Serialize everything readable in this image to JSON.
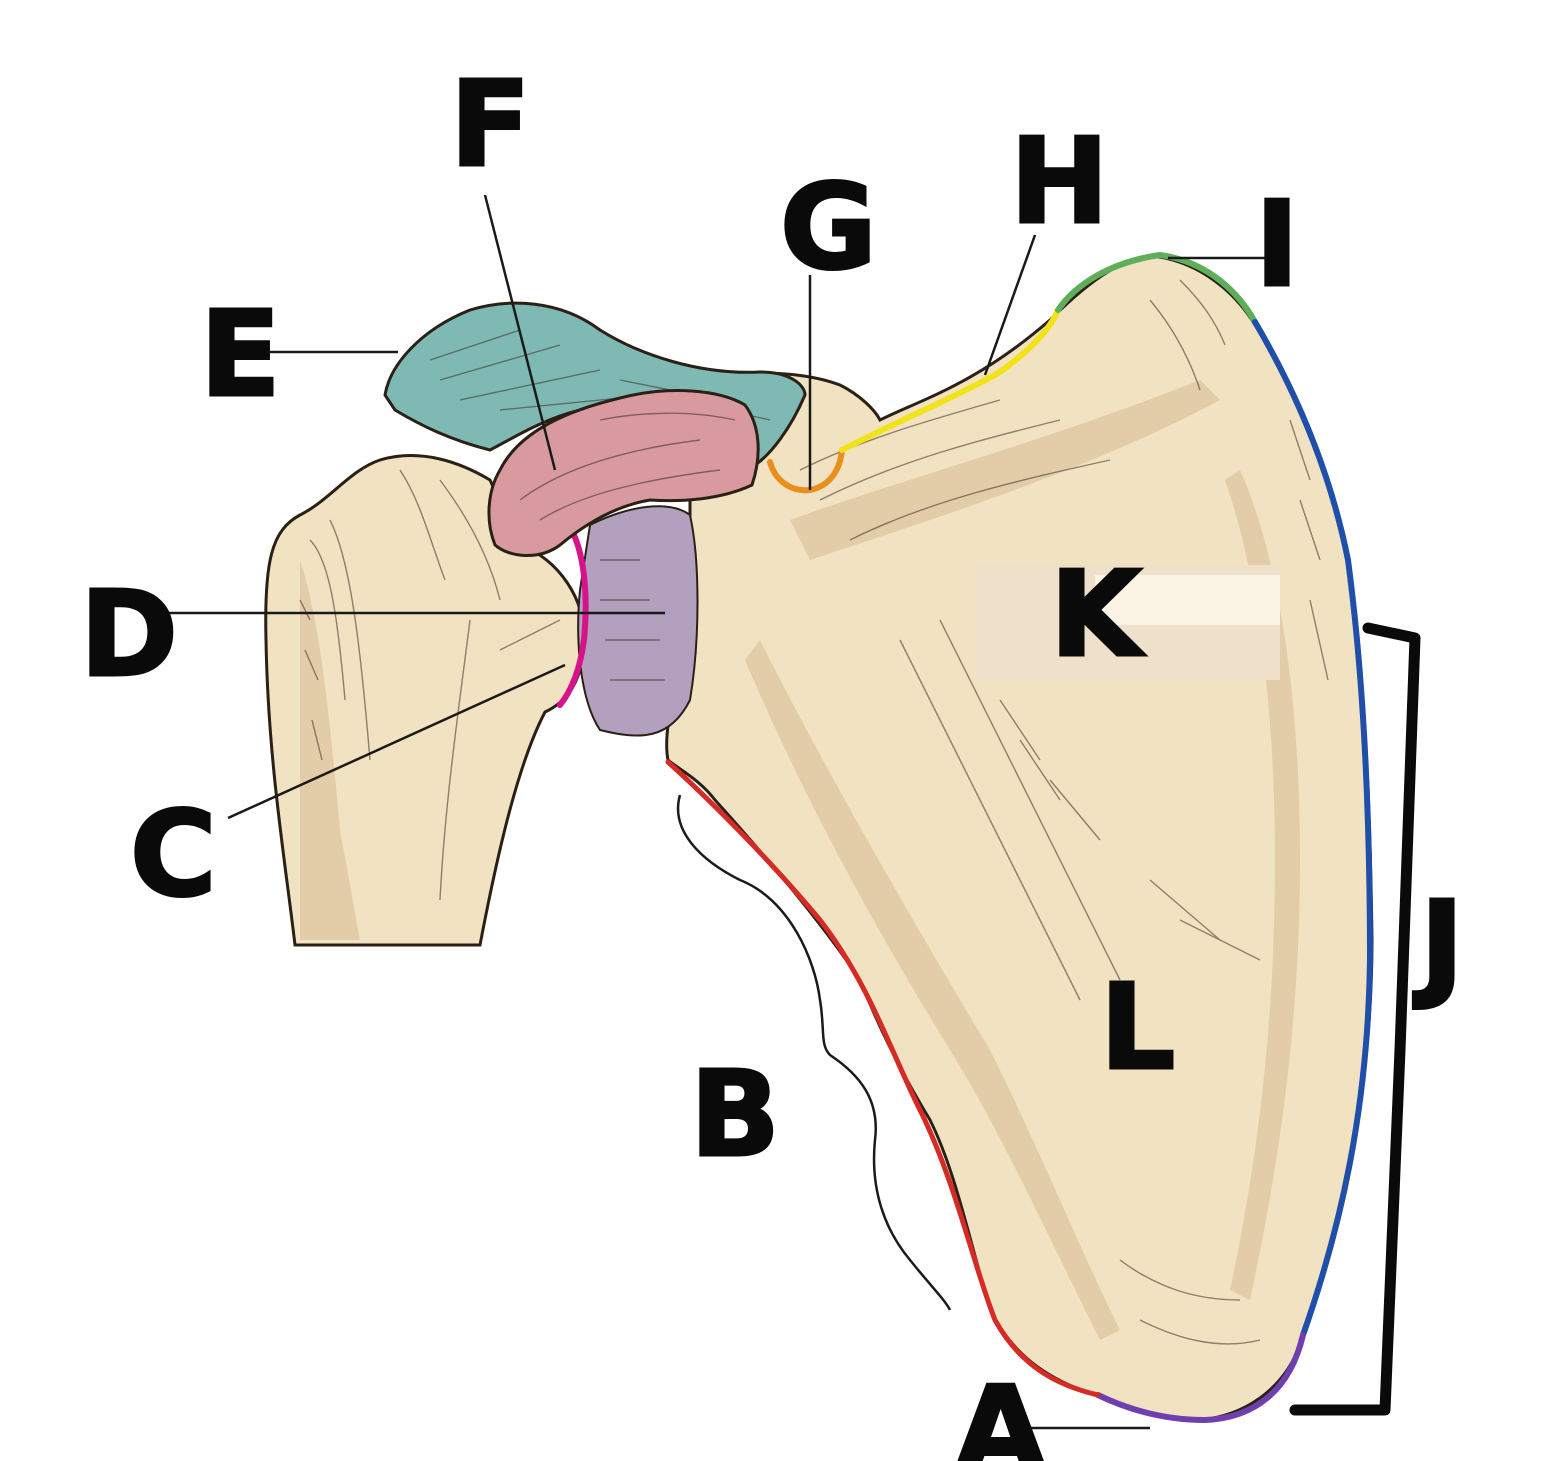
{
  "labels": {
    "A": "A",
    "B": "B",
    "C": "C",
    "D": "D",
    "E": "E",
    "F": "F",
    "G": "G",
    "H": "H",
    "I": "I",
    "J": "J",
    "K": "K",
    "L": "L"
  },
  "colors": {
    "bone": "#f1e2c2",
    "acromion": "#7fb9b4",
    "coracoid": "#d99a9f",
    "glenoid_fossa": "#b3a0bf",
    "glenoid_rim": "#d6148a",
    "suprascapular_notch": "#e88f1e",
    "superior_border": "#f2e21a",
    "superior_angle": "#5fae5a",
    "medial_border": "#1f4fa8",
    "lateral_border": "#d62a24",
    "inferior_angle": "#6f3fb0",
    "k_patch": "#efe0c9",
    "label_ink": "#0a0a0a"
  }
}
